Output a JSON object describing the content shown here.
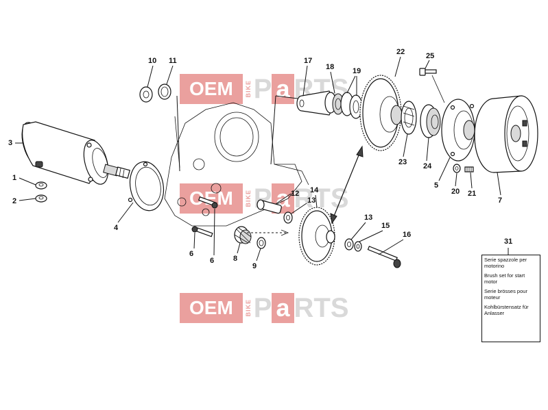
{
  "watermark": {
    "oem": "OEM",
    "bike": "BIKE",
    "p": "P",
    "a": "a",
    "rts": "RTS"
  },
  "callouts": [
    "1",
    "2",
    "3",
    "4",
    "5",
    "6",
    "6",
    "7",
    "8",
    "9",
    "10",
    "11",
    "12",
    "13",
    "13",
    "14",
    "15",
    "16",
    "17",
    "18",
    "19",
    "20",
    "21",
    "22",
    "23",
    "24",
    "25",
    "31"
  ],
  "legend": {
    "number": "31",
    "lines": [
      "Serie spazzole per motorino",
      "Brush set for start motor",
      "Serie brösses pour moteur",
      "Kohlbürstensatz für Anlasser"
    ]
  }
}
